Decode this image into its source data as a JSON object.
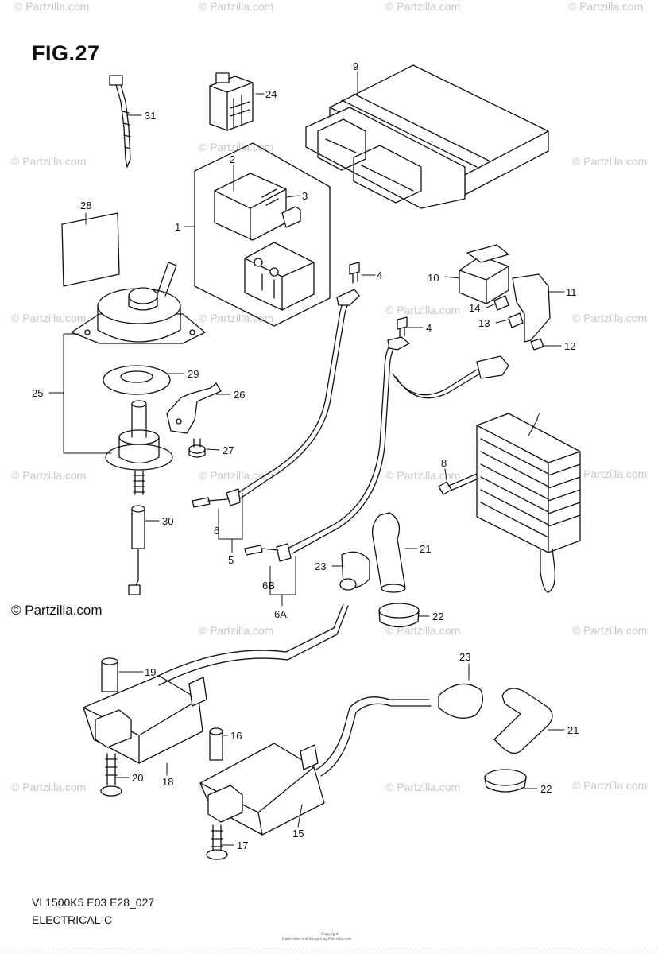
{
  "figure": {
    "title": "FIG.27",
    "model_code": "VL1500K5 E03 E28_027",
    "section": "ELECTRICAL-C",
    "copyright_notice": "© Partzilla.com",
    "watermark": "© Partzilla.com",
    "fine_print_top": "Copyright",
    "fine_print_bottom": "Parts data and images by Partzilla.com"
  },
  "callouts": {
    "c1": "1",
    "c2": "2",
    "c3": "3",
    "c4a": "4",
    "c4b": "4",
    "c5": "5",
    "c6": "6",
    "c6a": "6A",
    "c6b": "6B",
    "c7": "7",
    "c8": "8",
    "c9": "9",
    "c10": "10",
    "c11": "11",
    "c12": "12",
    "c13": "13",
    "c14": "14",
    "c15": "15",
    "c16": "16",
    "c17": "17",
    "c18": "18",
    "c19": "19",
    "c20": "20",
    "c21a": "21",
    "c21b": "21",
    "c22a": "22",
    "c22b": "22",
    "c23a": "23",
    "c23b": "23",
    "c24": "24",
    "c25": "25",
    "c26": "26",
    "c27": "27",
    "c28": "28",
    "c29": "29",
    "c30": "30",
    "c31": "31"
  },
  "colors": {
    "line": "#111111",
    "watermark": "#c8c8c8"
  }
}
